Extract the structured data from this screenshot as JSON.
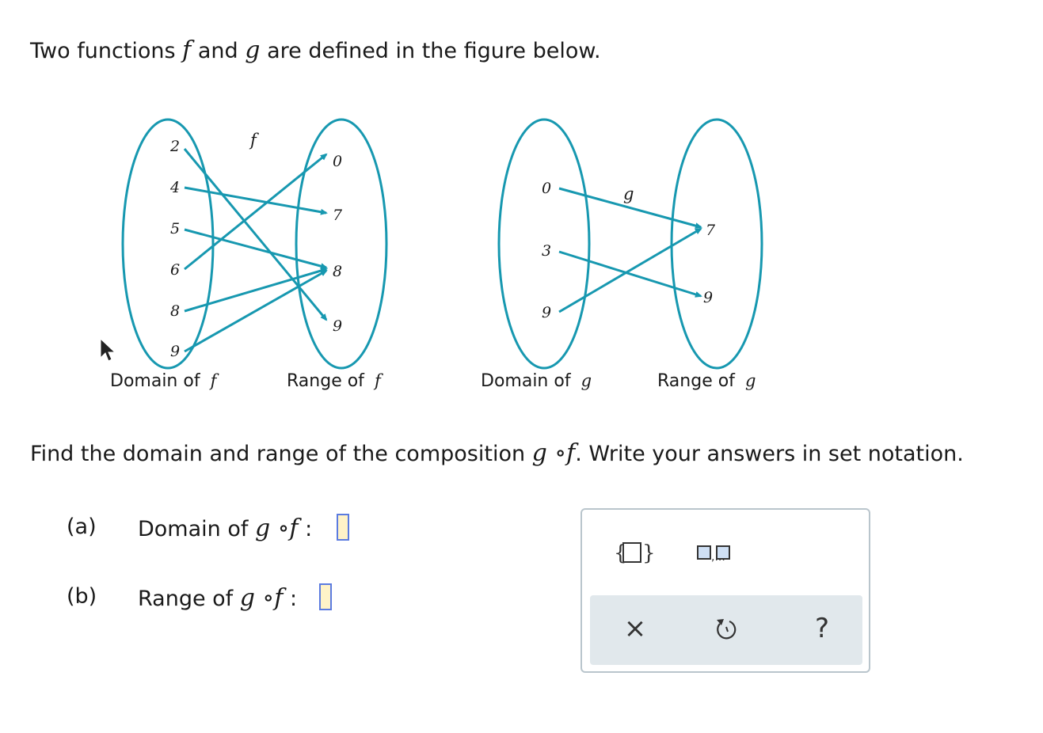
{
  "prompt": {
    "intro_pre": "Two functions",
    "f": "f",
    "and": "and",
    "g": "g",
    "intro_post": "are defined in the figure below.",
    "find_pre": "Find the domain and range of the composition",
    "composition": "g ∘f",
    "find_post": ". Write your answers in set notation."
  },
  "diagram": {
    "f_label": "f",
    "g_label": "g",
    "f_domain": [
      "2",
      "4",
      "5",
      "6",
      "8",
      "9"
    ],
    "f_range": [
      "0",
      "7",
      "8",
      "9"
    ],
    "g_domain": [
      "0",
      "3",
      "9"
    ],
    "g_range": [
      "7",
      "9"
    ],
    "captions": {
      "domain_f": "Domain of",
      "range_f": "Range of",
      "domain_g": "Domain of",
      "range_g": "Range of",
      "f": "f",
      "g": "g"
    },
    "colors": {
      "accent": "#1798b0"
    }
  },
  "questions": {
    "a_label": "(a)",
    "a_text": "Domain of",
    "b_label": "(b)",
    "b_text": "Range of",
    "composition": "g ∘f",
    "colon": ":"
  },
  "palette": {
    "set_icon": "set-braces-icon",
    "list_icon": "list-icon",
    "list_suffix": ",...",
    "clear": "×",
    "undo": "↺",
    "help": "?"
  }
}
